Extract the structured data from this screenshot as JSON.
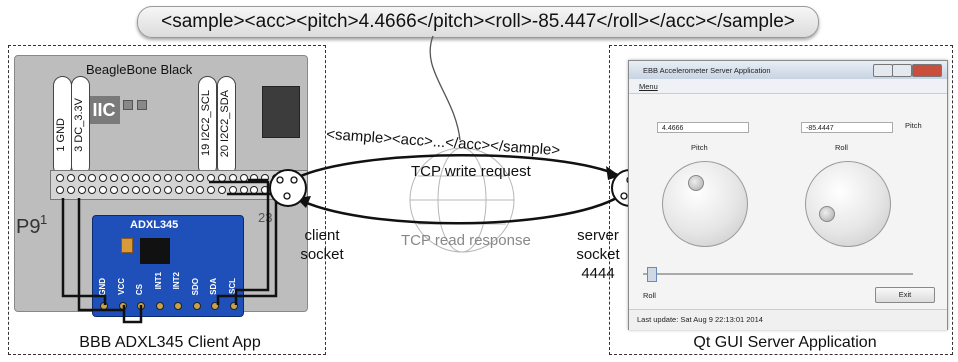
{
  "banner": {
    "text": "<sample><acc><pitch>4.4666</pitch><roll>-85.447</roll></acc></sample>"
  },
  "board": {
    "name": "BeagleBone Black",
    "header": "P9",
    "pin_1": "1",
    "pin_23": "23",
    "pins": [
      "1 GND",
      "3 DC_3.3V",
      "19 I2C2_SCL",
      "20 I2C2_SDA"
    ]
  },
  "sensor": {
    "name": "ADXL345",
    "pins": [
      "GND",
      "VCC",
      "CS",
      "INT1",
      "INT2",
      "SDO",
      "SDA",
      "SCL"
    ]
  },
  "middle": {
    "write_msg": "<sample><acc>...</acc></sample>",
    "write_label": "TCP write request",
    "read_label": "TCP read response",
    "client_label": "client\nsocket",
    "server_label": "server\nsocket\n4444"
  },
  "captions": {
    "left": "BBB ADXL345 Client App",
    "right": "Qt GUI Server Application"
  },
  "app": {
    "title": "EBB Accelerometer Server Application",
    "menu": "Menu",
    "pitch_value": "4.4666",
    "roll_value": "-85.4447",
    "pitch_label": "Pitch",
    "roll_label": "Roll",
    "pitch_side_label": "Pitch",
    "roll_side_label": "Roll",
    "exit_label": "Exit",
    "status": "Last update: Sat Aug 9 22:13:01 2014",
    "pitch_dial_deg": 4.4666,
    "roll_dial_deg": -85.447
  },
  "colors": {
    "sensor_board": "#1f4fb8",
    "pcb": "#bdbdbd",
    "wire": "#111111",
    "tcp_read": "#888888"
  }
}
